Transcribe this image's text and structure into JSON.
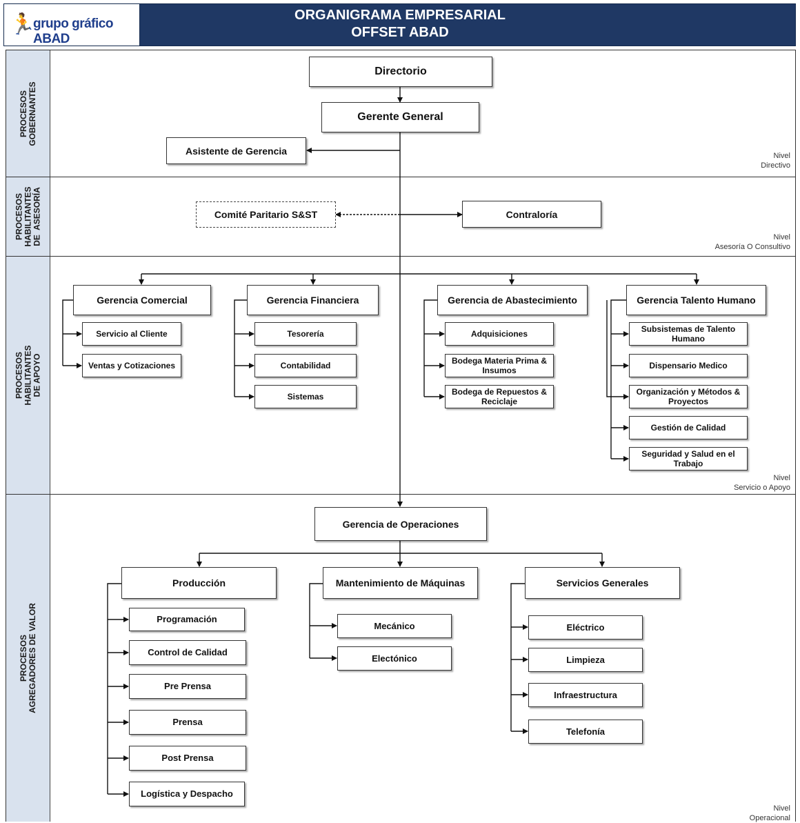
{
  "header": {
    "logo_text": "grupo gráfico ABAD",
    "logo_icon": "runner-logo-icon",
    "title_line1": "ORGANIGRAMA EMPRESARIAL",
    "title_line2": "OFFSET ABAD",
    "background_color": "#1f3864"
  },
  "bands": {
    "gobernantes": "PROCESOS\nGOBERNANTES",
    "asesoria": "PROCESOS\nHABILITANTES\nDE  ASESORÍA",
    "apoyo": "PROCESOS\nHABILITANTES\nDE APOYO",
    "valor": "PROCESOS\nAGREGADORES DE VALOR",
    "band_color": "#d9e2ee"
  },
  "levels": {
    "directivo": "Nivel\nDirectivo",
    "asesoria": "Nivel\nAsesoría O Consultivo",
    "apoyo": "Nivel\nServicio o Apoyo",
    "operacional": "Nivel\nOperacional"
  },
  "nodes": {
    "directorio": "Directorio",
    "gerente_general": "Gerente General",
    "asistente": "Asistente de Gerencia",
    "comite": "Comité Paritario S&ST",
    "contraloria": "Contraloría",
    "gcomercial": "Gerencia Comercial",
    "servicio_cliente": "Servicio al Cliente",
    "ventas": "Ventas y Cotizaciones",
    "gfinanciera": "Gerencia Financiera",
    "tesoreria": "Tesorería",
    "contabilidad": "Contabilidad",
    "sistemas": "Sistemas",
    "gabastecimiento": "Gerencia de Abastecimiento",
    "adquisiciones": "Adquisiciones",
    "bodega_mp": "Bodega Materia Prima & Insumos",
    "bodega_rep": "Bodega de Repuestos & Reciclaje",
    "gtalento": "Gerencia Talento Humano",
    "subsistemas": "Subsistemas de Talento Humano",
    "dispensario": "Dispensario Medico",
    "organizacion": "Organización y Métodos & Proyectos",
    "calidad_gest": "Gestión de Calidad",
    "seguridad": "Seguridad y Salud en el Trabajo",
    "goperaciones": "Gerencia de Operaciones",
    "produccion": "Producción",
    "programacion": "Programación",
    "control_calidad": "Control de Calidad",
    "pre_prensa": "Pre Prensa",
    "prensa": "Prensa",
    "post_prensa": "Post Prensa",
    "logistica": "Logística y Despacho",
    "mantenimiento": "Mantenimiento de Máquinas",
    "mecanico": "Mecánico",
    "electronico": "Electónico",
    "servicios": "Servicios Generales",
    "electrico": "Eléctrico",
    "limpieza": "Limpieza",
    "infraestructura": "Infraestructura",
    "telefonia": "Telefonía"
  }
}
